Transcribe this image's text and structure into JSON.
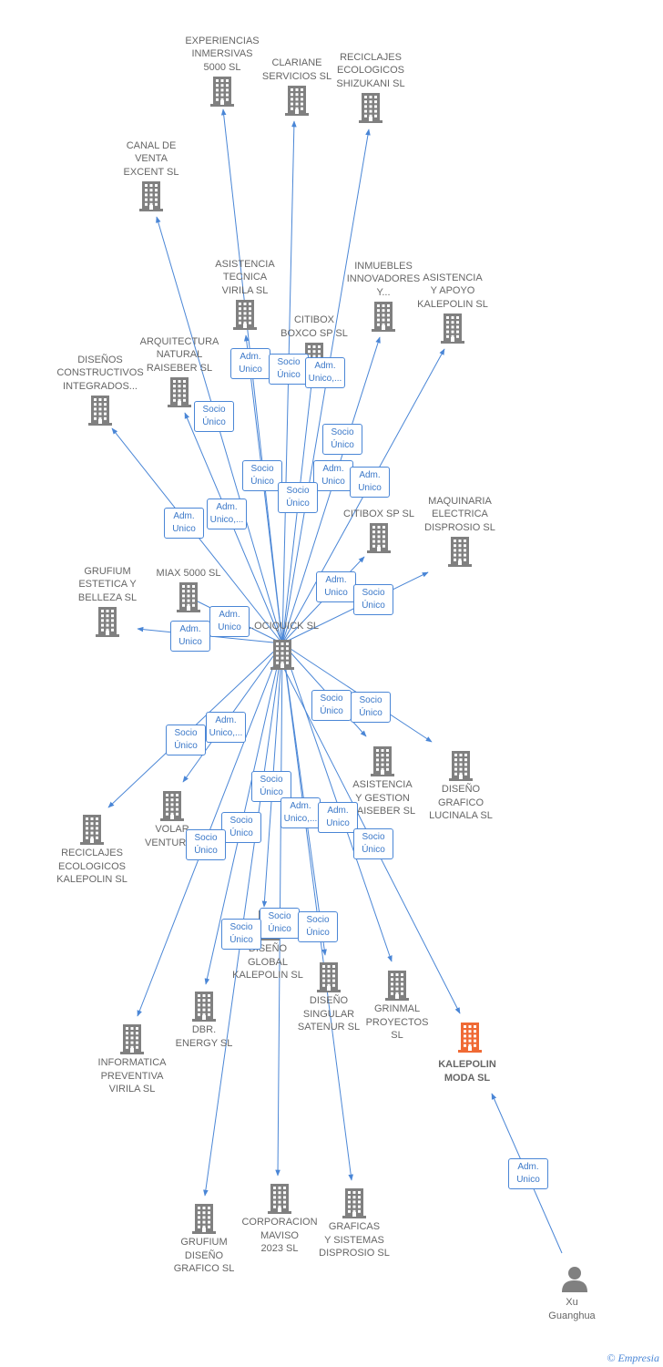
{
  "colors": {
    "edge": "#4a86d6",
    "building": "#808080",
    "target_building": "#f06a35",
    "label": "#666666",
    "badge_text": "#3b78c8"
  },
  "center": {
    "label": "...OCIQUICK  SL"
  },
  "target": {
    "label": "KALEPOLIN\nMODA  SL"
  },
  "person": {
    "label": "Xu\nGuanghua",
    "icon": "person-icon"
  },
  "footer": {
    "copyright": "©",
    "brand": "Empresia"
  },
  "nodes": [
    {
      "id": "experiencias",
      "label": "EXPERIENCIAS\nINMERSIVAS\n5000  SL"
    },
    {
      "id": "clariane",
      "label": "CLARIANE\nSERVICIOS  SL"
    },
    {
      "id": "reciclajes_shizukani",
      "label": "RECICLAJES\nECOLOGICOS\nSHIZUKANI  SL"
    },
    {
      "id": "canal",
      "label": "CANAL DE\nVENTA\nEXCENT  SL"
    },
    {
      "id": "asistencia_tecnica",
      "label": "ASISTENCIA\nTECNICA\nVIRILA  SL"
    },
    {
      "id": "inmuebles",
      "label": "INMUEBLES\nINNOVADORES\nY..."
    },
    {
      "id": "asistencia_apoyo",
      "label": "ASISTENCIA\nY APOYO\nKALEPOLIN  SL"
    },
    {
      "id": "citibox_boxco",
      "label": "CITIBOX\nBOXCO SP  SL"
    },
    {
      "id": "arquitectura",
      "label": "ARQUITECTURA\nNATURAL\nRAISEBER  SL"
    },
    {
      "id": "disenos_constructivos",
      "label": "DISEÑOS\nCONSTRUCTIVOS\nINTEGRADOS..."
    },
    {
      "id": "citibox_sp",
      "label": "CITIBOX SP  SL"
    },
    {
      "id": "maquinaria",
      "label": "MAQUINARIA\nELECTRICA\nDISPROSIO  SL"
    },
    {
      "id": "grufium_estetica",
      "label": "GRUFIUM\nESTETICA Y\nBELLEZA  SL"
    },
    {
      "id": "miax",
      "label": "MIAX 5000  SL"
    },
    {
      "id": "asistencia_gestion",
      "label": "ASISTENCIA\nY GESTION\nRAISEBER  SL"
    },
    {
      "id": "diseno_lucinala",
      "label": "DISEÑO\nGRAFICO\nLUCINALA  SL"
    },
    {
      "id": "reciclajes_kalepolin",
      "label": "RECICLAJES\nECOLOGICOS\nKALEPOLIN  SL"
    },
    {
      "id": "volar",
      "label": "VOLAR\nVENTURES"
    },
    {
      "id": "diseno_global",
      "label": "DISEÑO\nGLOBAL\nKALEPOLIN  SL"
    },
    {
      "id": "dbr",
      "label": "DBR.\nENERGY  SL"
    },
    {
      "id": "diseno_singular",
      "label": "DISEÑO\nSINGULAR\nSATENUR  SL"
    },
    {
      "id": "grinmal",
      "label": "GRINMAL\nPROYECTOS\nSL"
    },
    {
      "id": "informatica",
      "label": "INFORMATICA\nPREVENTIVA\nVIRILA  SL"
    },
    {
      "id": "grufium_diseno",
      "label": "GRUFIUM\nDISEÑO\nGRAFICO  SL"
    },
    {
      "id": "corporacion",
      "label": "CORPORACION\nMAVISO\n2023  SL"
    },
    {
      "id": "graficas",
      "label": "GRAFICAS\nY SISTEMAS\nDISPROSIO  SL"
    }
  ],
  "badges": [
    {
      "text": "Adm.\nUnico"
    },
    {
      "text": "Socio\nÚnico"
    },
    {
      "text": "Adm.\nUnico,..."
    },
    {
      "text": "Socio\nÚnico"
    },
    {
      "text": "Socio\nÚnico"
    },
    {
      "text": "Socio\nÚnico"
    },
    {
      "text": "Adm.\nUnico"
    },
    {
      "text": "Socio\nÚnico"
    },
    {
      "text": "Adm.\nUnico"
    },
    {
      "text": "Adm.\nUnico,..."
    },
    {
      "text": "Adm.\nUnico"
    },
    {
      "text": "Adm.\nUnico"
    },
    {
      "text": "Socio\nÚnico"
    },
    {
      "text": "Adm.\nUnico"
    },
    {
      "text": "Adm.\nUnico"
    },
    {
      "text": "Socio\nÚnico"
    },
    {
      "text": "Socio\nÚnico"
    },
    {
      "text": "Adm.\nUnico,..."
    },
    {
      "text": "Socio\nÚnico"
    },
    {
      "text": "Socio\nÚnico"
    },
    {
      "text": "Adm.\nUnico"
    },
    {
      "text": "Adm.\nUnico,..."
    },
    {
      "text": "Adm.\nUnico"
    },
    {
      "text": "Socio\nÚnico"
    },
    {
      "text": "Socio\nÚnico"
    },
    {
      "text": "Socio\nÚnico"
    },
    {
      "text": "Socio\nÚnico"
    },
    {
      "text": "Socio\nÚnico"
    },
    {
      "text": "Socio\nÚnico"
    },
    {
      "text": "Adm.\nUnico"
    }
  ]
}
